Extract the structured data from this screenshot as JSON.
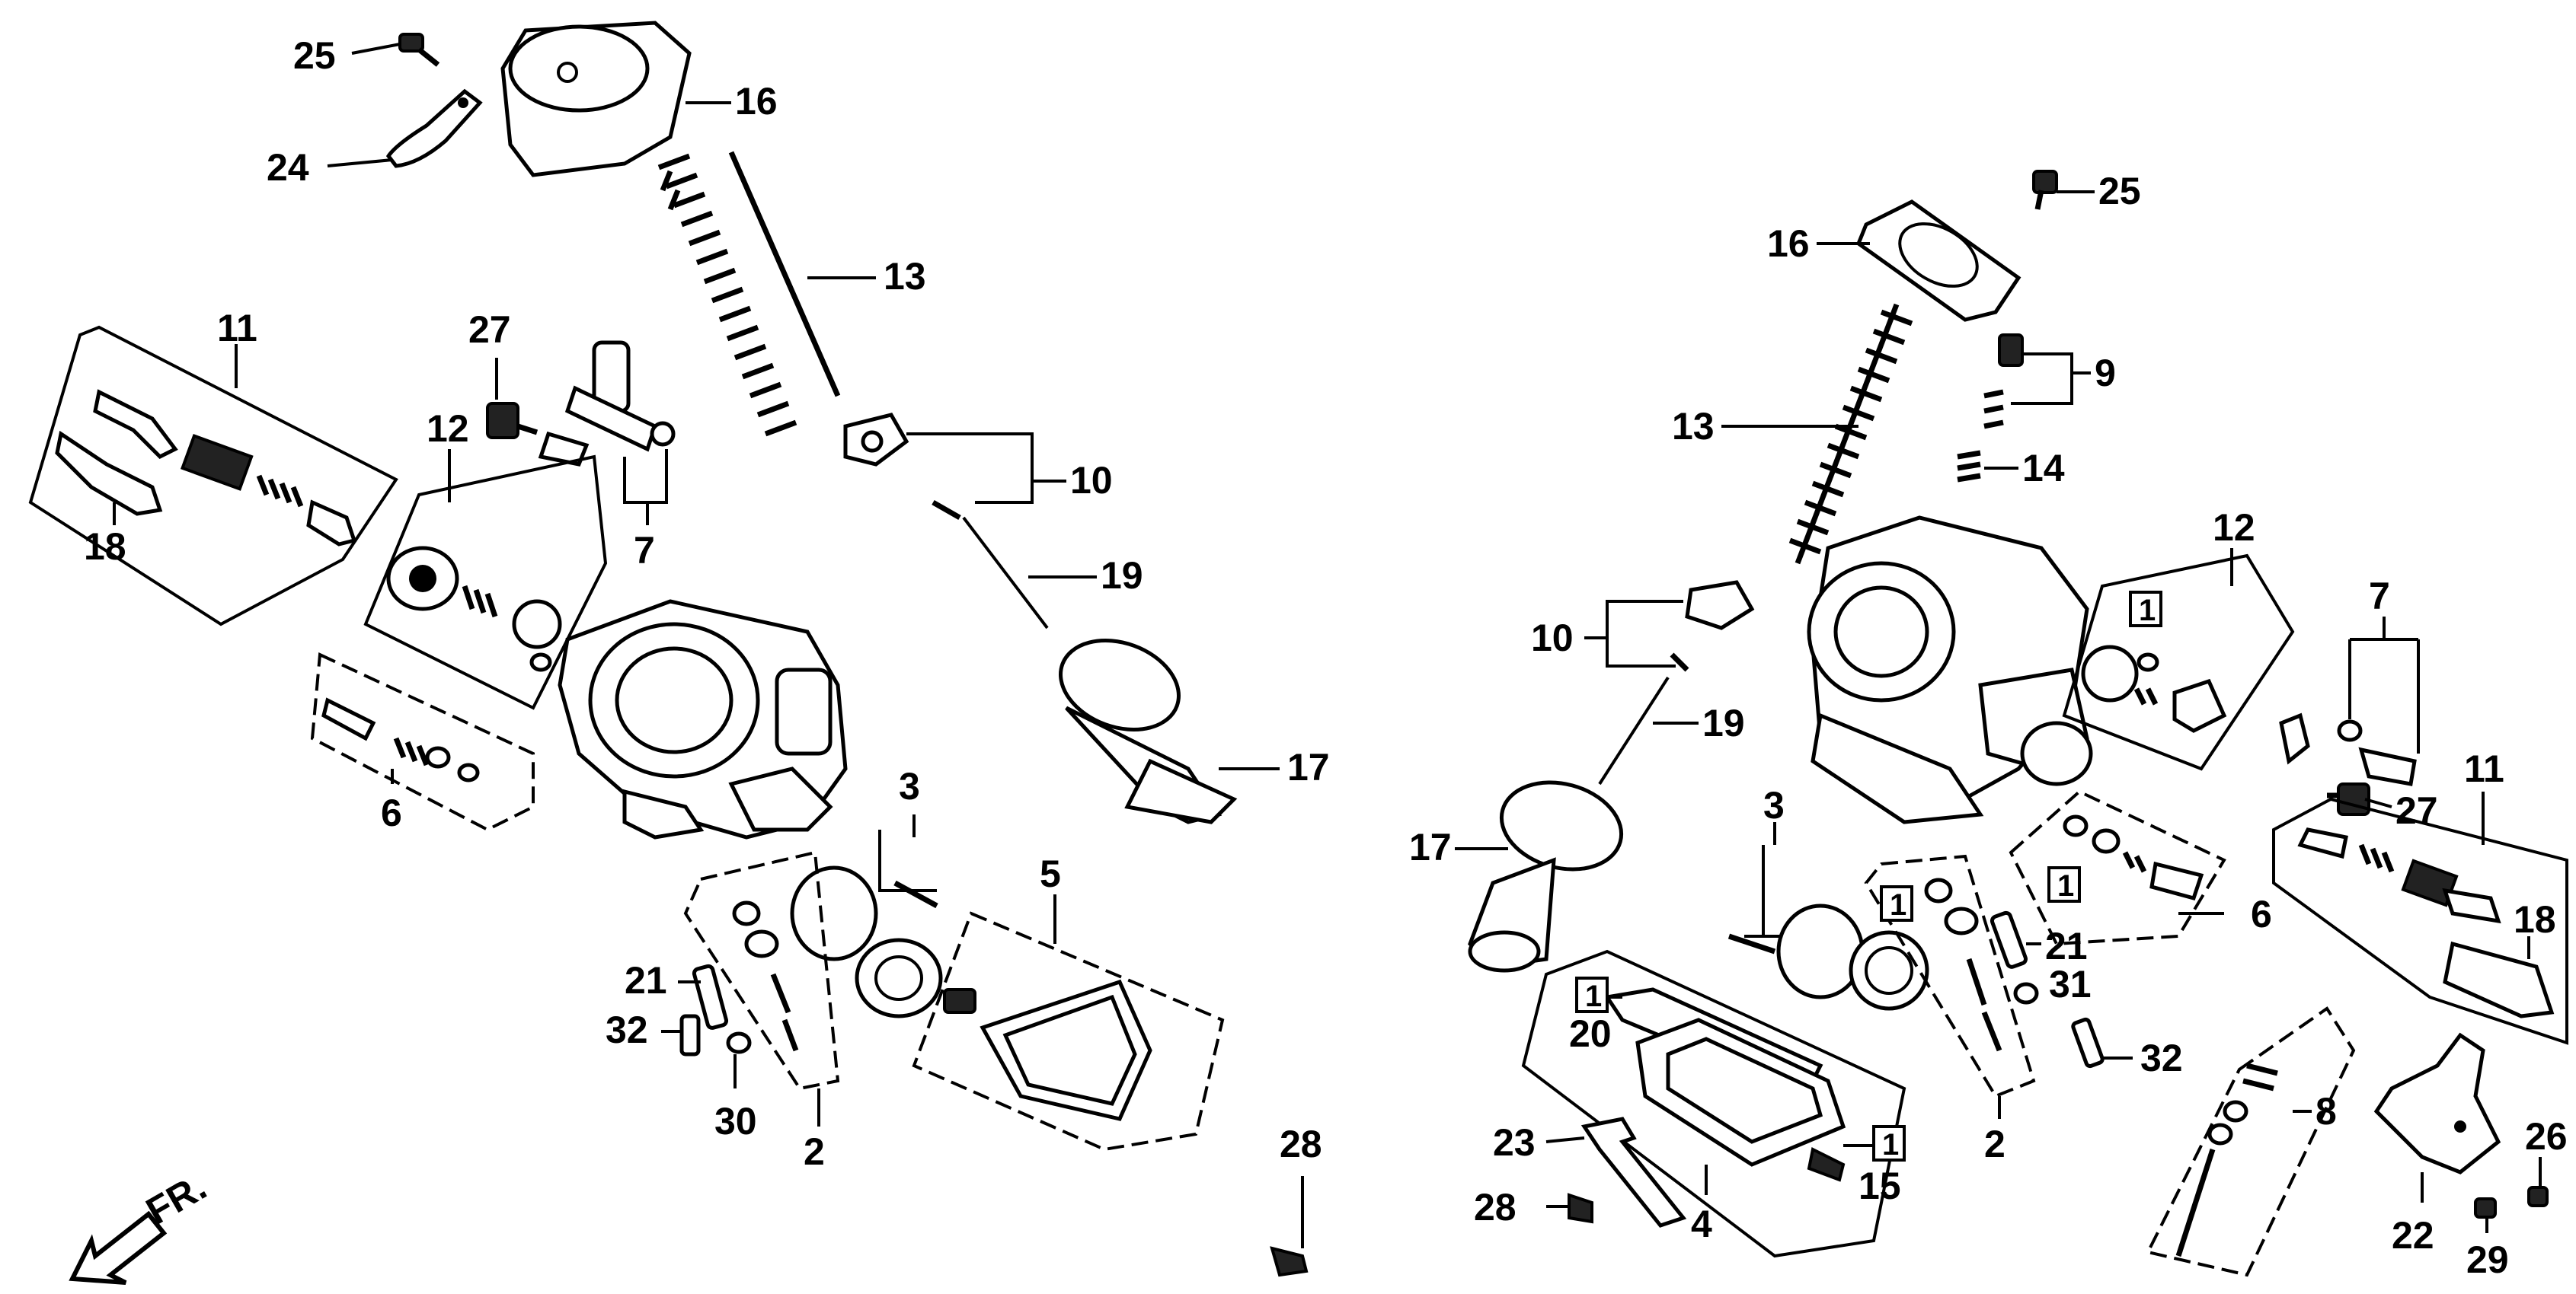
{
  "callouts_left": {
    "c25": "25",
    "c16": "16",
    "c24": "24",
    "c13": "13",
    "c11": "11",
    "c27": "27",
    "c12": "12",
    "c10": "10",
    "c18": "18",
    "c7": "7",
    "c19": "19",
    "c6": "6",
    "c17": "17",
    "c3": "3",
    "c5": "5",
    "c21": "21",
    "c32": "32",
    "c30": "30",
    "c2": "2",
    "c28": "28"
  },
  "callouts_right": {
    "c25": "25",
    "c16": "16",
    "c9": "9",
    "c13": "13",
    "c14": "14",
    "c12": "12",
    "c7": "7",
    "c10": "10",
    "c19": "19",
    "c11": "11",
    "c27": "27",
    "c17": "17",
    "c3": "3",
    "c6": "6",
    "c18": "18",
    "c21": "21",
    "c31": "31",
    "c20": "20",
    "c32": "32",
    "c8": "8",
    "c23": "23",
    "c2": "2",
    "c26": "26",
    "c15": "15",
    "c28": "28",
    "c4": "4",
    "c22": "22",
    "c29": "29"
  },
  "boxed": {
    "b1": "1"
  },
  "direction": "FR.",
  "icons": {
    "front_arrow": "arrow-down-left-icon"
  }
}
